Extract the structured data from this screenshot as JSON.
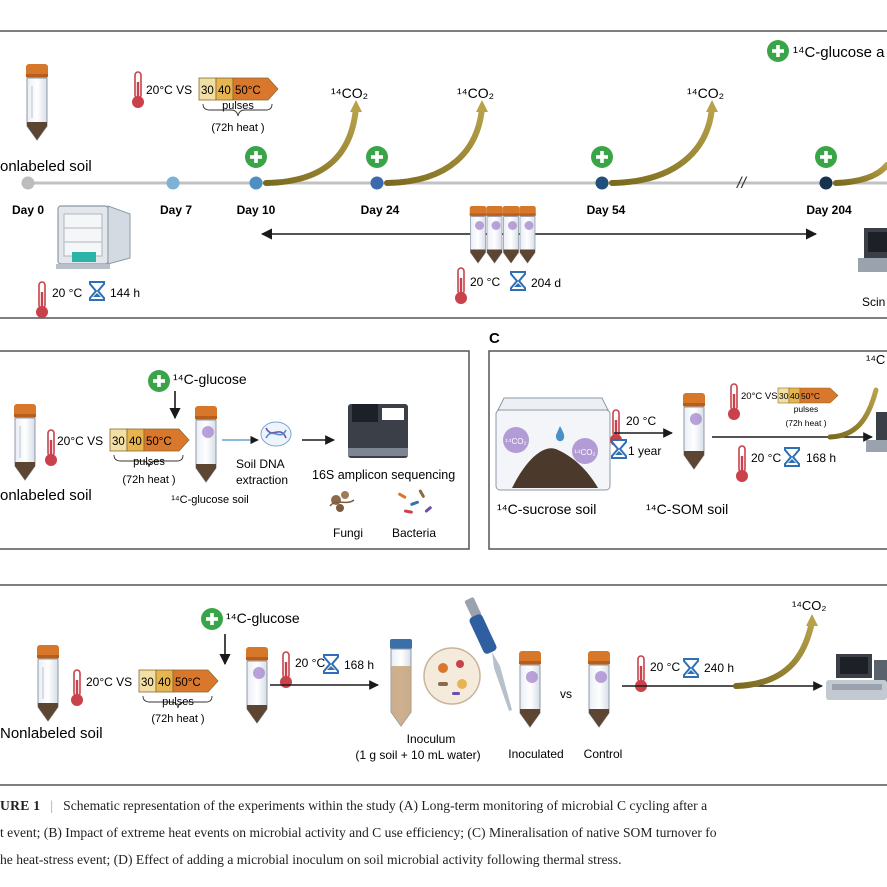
{
  "panel_a": {
    "legend": "¹⁴C-glucose a",
    "left_label": "onlabeled soil",
    "temp_compare": "20°C VS",
    "pulse_values": [
      "30",
      "40",
      "50°C"
    ],
    "pulses_label": "pulses",
    "heat_duration": "(72h heat )",
    "co2_label": "¹⁴CO₂",
    "days": [
      "Day 0",
      "Day 7",
      "Day 10",
      "Day 24",
      "Day 54",
      "Day 204"
    ],
    "break_mark": "//",
    "incubator_temp": "20 °C",
    "incubator_time": "144 h",
    "incubation_temp": "20 °C",
    "incubation_time": "204 d",
    "instrument_label": "Scin"
  },
  "panel_b": {
    "left_label": "onlabeled soil",
    "temp_compare": "20°C VS",
    "pulse_values": [
      "30",
      "40",
      "50°C"
    ],
    "pulses_label": "pulses",
    "heat_duration": "(72h heat )",
    "glucose_label": "¹⁴C-glucose",
    "glucose_soil_label": "¹⁴C-glucose soil",
    "dna_label_1": "Soil DNA",
    "dna_label_2": "extraction",
    "sequencing_label": "16S amplicon sequencing",
    "fungi_label": "Fungi",
    "bacteria_label": "Bacteria"
  },
  "panel_c": {
    "letter": "C",
    "co2_partial": "¹⁴C",
    "box_temp": "20 °C",
    "box_time": "1 year",
    "sucrose_label": "¹⁴C-sucrose soil",
    "som_label": "¹⁴C-SOM soil",
    "temp_compare": "20°C VS",
    "pulse_values": [
      "30",
      "40",
      "50°C"
    ],
    "pulses_label": "pulses",
    "heat_duration": "(72h heat )",
    "incubation_temp": "20 °C",
    "incubation_time": "168 h",
    "box_co2": "¹⁴CO₂"
  },
  "panel_d": {
    "left_label": "Nonlabeled soil",
    "temp_compare": "20°C VS",
    "pulse_values": [
      "30",
      "40",
      "50°C"
    ],
    "pulses_label": "pulses",
    "heat_duration": "(72h heat )",
    "glucose_label": "¹⁴C-glucose",
    "incubation_temp_1": "20 °C",
    "incubation_time_1": "168 h",
    "inoculum_label": "Inoculum",
    "inoculum_detail": "(1 g soil + 10 mL water)",
    "vs_label": "vs",
    "inoculated_label": "Inoculated",
    "control_label": "Control",
    "incubation_temp_2": "20 °C",
    "incubation_time_2": "240 h",
    "co2_label": "¹⁴CO₂"
  },
  "caption": {
    "fig_label": "URE 1",
    "separator": "|",
    "line1": "Schematic representation of the experiments within the study (A) Long-term monitoring of microbial C cycling after a",
    "line2": "t event; (B) Impact of extreme heat events on microbial activity and C use efficiency; (C) Mineralisation of native SOM turnover fo",
    "line3": "he heat-stress event; (D) Effect of adding a microbial inoculum on soil microbial activity following thermal stress."
  },
  "colors": {
    "plus_green": "#3aa548",
    "arrow_olive": "#8c7a28",
    "tube_cap": "#d6772a",
    "timeline_blue": "#3a6fa8",
    "pulse_30": "#f2dfa6",
    "pulse_40": "#e6b450",
    "pulse_50": "#d9782c"
  }
}
